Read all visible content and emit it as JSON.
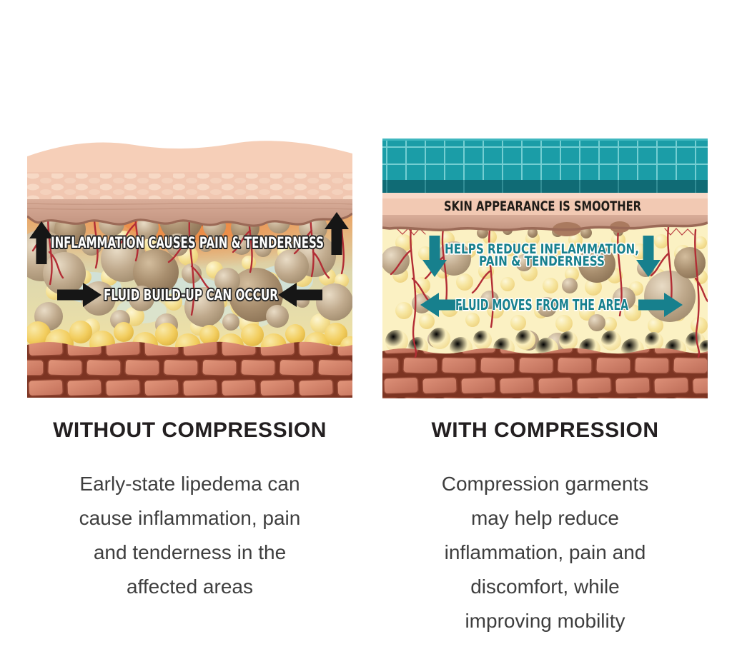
{
  "left_panel": {
    "label_inflammation": "INFLAMMATION CAUSES PAIN & TENDERNESS",
    "label_fluid": "FLUID BUILD-UP CAN OCCUR",
    "heading": "WITHOUT COMPRESSION",
    "description_lines": [
      "Early-state lipedema can",
      "cause inflammation, pain",
      "and tenderness in the",
      "affected areas"
    ]
  },
  "right_panel": {
    "label_skin": "SKIN APPEARANCE IS SMOOTHER",
    "label_reduce_line1": "HELPS REDUCE INFLAMMATION,",
    "label_reduce_line2": "PAIN & TENDERNESS",
    "label_fluid": "FLUID MOVES FROM THE AREA",
    "heading": "WITH COMPRESSION",
    "description_lines": [
      "Compression garments",
      "may help reduce",
      "inflammation, pain and",
      "discomfort, while",
      "improving mobility"
    ]
  },
  "colors": {
    "background": "#ffffff",
    "annotation_black": "#161616",
    "annotation_white": "#ffffff",
    "teal_accent": "#17808d",
    "garment_teal": "#1b9da7",
    "skin_light": "#f6cfb8",
    "fat_yellow": "#f5e092",
    "adipose_tan": "#bfa98c",
    "vessel_red": "#b22d35",
    "muscle_brick": "#d07c63",
    "heading_text": "#231f20",
    "body_text": "#3e3e3e"
  }
}
